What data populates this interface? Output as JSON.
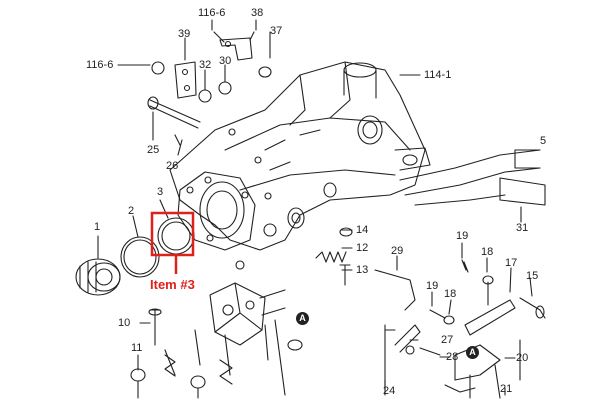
{
  "diagram": {
    "part_labels": [
      "116-6",
      "38",
      "116-6",
      "37",
      "39",
      "32",
      "30",
      "114-1",
      "25",
      "26",
      "3",
      "2",
      "1",
      "14",
      "12",
      "13",
      "10",
      "11",
      "29",
      "19",
      "18",
      "17",
      "15",
      "19",
      "18",
      "31",
      "5",
      "27",
      "28",
      "20",
      "24",
      "21",
      "A",
      "A"
    ],
    "highlight": {
      "callout_text": "Item #3"
    },
    "colors": {
      "highlight": "#e0201a",
      "ink": "#222222"
    }
  }
}
